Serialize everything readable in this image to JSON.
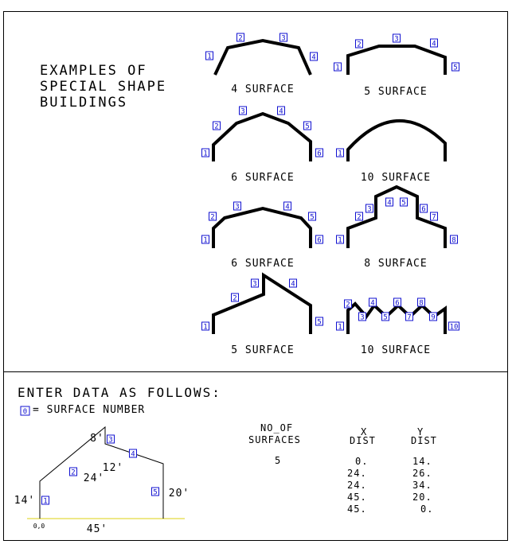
{
  "title_lines": [
    "EXAMPLES OF",
    "SPECIAL SHAPE",
    "BUILDINGS"
  ],
  "examples": [
    {
      "label": "4 SURFACE",
      "numbers": [
        "1",
        "2",
        "3",
        "4"
      ]
    },
    {
      "label": "5 SURFACE",
      "numbers": [
        "1",
        "2",
        "3",
        "4",
        "5"
      ]
    },
    {
      "label": "6 SURFACE",
      "numbers": [
        "1",
        "2",
        "3",
        "4",
        "5",
        "6"
      ]
    },
    {
      "label": "10 SURFACE",
      "numbers": [
        "1"
      ]
    },
    {
      "label": "6 SURFACE",
      "numbers": [
        "1",
        "2",
        "3",
        "4",
        "5",
        "6"
      ]
    },
    {
      "label": "8 SURFACE",
      "numbers": [
        "1",
        "2",
        "3",
        "4",
        "5",
        "6",
        "7",
        "8"
      ]
    },
    {
      "label": "5 SURFACE",
      "numbers": [
        "1",
        "2",
        "3",
        "4",
        "5"
      ]
    },
    {
      "label": "10 SURFACE",
      "numbers": [
        "1",
        "2",
        "3",
        "4",
        "5",
        "6",
        "7",
        "8",
        "9",
        "10"
      ]
    }
  ],
  "enter_data": {
    "heading": "ENTER DATA AS FOLLOWS:",
    "legend_box": "0",
    "legend_text": "= SURFACE NUMBER"
  },
  "example_building": {
    "numbers": [
      "1",
      "2",
      "3",
      "4",
      "5"
    ],
    "dims": {
      "left_height": "14'",
      "roof_left": "24'",
      "roof_rise": "12'",
      "peak": "8'",
      "right_height": "20'",
      "width": "45'",
      "origin": "0,0"
    }
  },
  "table": {
    "headers": {
      "surfaces": [
        "NO_OF",
        "SURFACES"
      ],
      "x": [
        "X",
        "DIST"
      ],
      "y": [
        "Y",
        "DIST"
      ]
    },
    "no_of_surfaces": "5",
    "x_dist": [
      "0.",
      "24.",
      "24.",
      "45.",
      "45."
    ],
    "y_dist": [
      "14.",
      "26.",
      "34.",
      "20.",
      "0."
    ]
  },
  "colors": {
    "number_box": "#1010d0",
    "ground_line": "#e8e060"
  }
}
